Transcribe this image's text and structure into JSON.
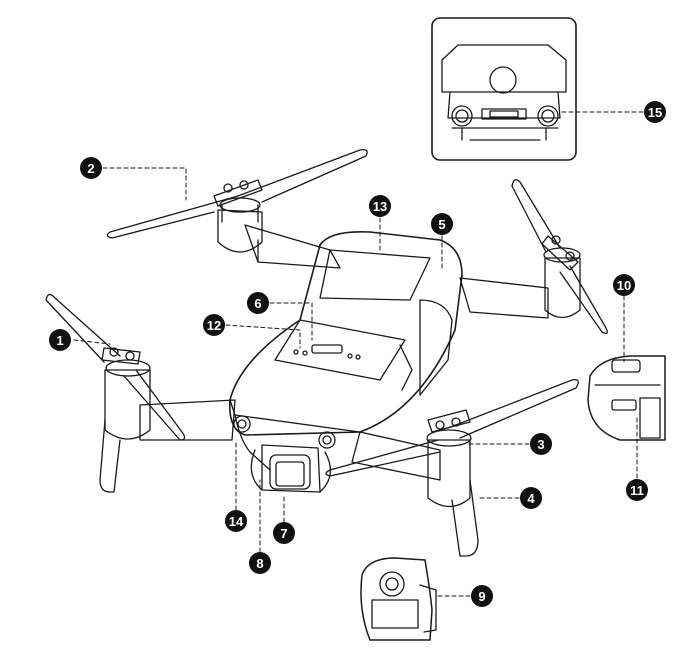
{
  "callouts": [
    {
      "label": "1"
    },
    {
      "label": "2"
    },
    {
      "label": "3"
    },
    {
      "label": "4"
    },
    {
      "label": "5"
    },
    {
      "label": "6"
    },
    {
      "label": "7"
    },
    {
      "label": "8"
    },
    {
      "label": "9"
    },
    {
      "label": "10"
    },
    {
      "label": "11"
    },
    {
      "label": "12"
    },
    {
      "label": "13"
    },
    {
      "label": "14"
    },
    {
      "label": "15"
    }
  ],
  "colors": {
    "line": "#1a1a1a",
    "callout_fill": "#111111",
    "callout_text": "#ffffff"
  }
}
